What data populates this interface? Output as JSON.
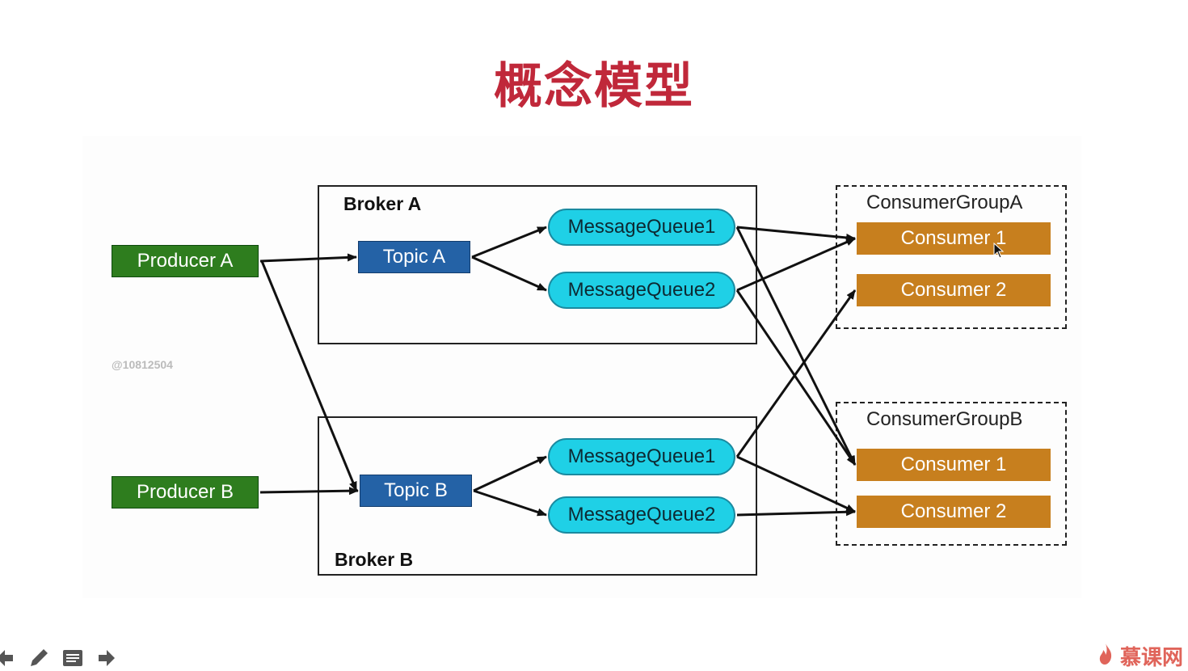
{
  "slide": {
    "title": "概念模型",
    "title_color": "#c0283a"
  },
  "diagram": {
    "brokers": [
      {
        "id": "broker-a",
        "label": "Broker A"
      },
      {
        "id": "broker-b",
        "label": "Broker B"
      }
    ],
    "producers": [
      {
        "id": "producer-a",
        "label": "Producer A"
      },
      {
        "id": "producer-b",
        "label": "Producer B"
      }
    ],
    "topics": [
      {
        "id": "topic-a",
        "label": "Topic A"
      },
      {
        "id": "topic-b",
        "label": "Topic B"
      }
    ],
    "queues": [
      {
        "id": "a-mq1",
        "label": "MessageQueue1"
      },
      {
        "id": "a-mq2",
        "label": "MessageQueue2"
      },
      {
        "id": "b-mq1",
        "label": "MessageQueue1"
      },
      {
        "id": "b-mq2",
        "label": "MessageQueue2"
      }
    ],
    "consumer_groups": [
      {
        "id": "group-a",
        "label": "ConsumerGroupA",
        "consumers": [
          {
            "id": "ga-c1",
            "label": "Consumer 1"
          },
          {
            "id": "ga-c2",
            "label": "Consumer 2"
          }
        ]
      },
      {
        "id": "group-b",
        "label": "ConsumerGroupB",
        "consumers": [
          {
            "id": "gb-c1",
            "label": "Consumer 1"
          },
          {
            "id": "gb-c2",
            "label": "Consumer 2"
          }
        ]
      }
    ],
    "edges": [
      {
        "from": "producer-a",
        "to": "topic-a"
      },
      {
        "from": "producer-a",
        "to": "topic-b"
      },
      {
        "from": "producer-b",
        "to": "topic-b"
      },
      {
        "from": "topic-a",
        "to": "a-mq1"
      },
      {
        "from": "topic-a",
        "to": "a-mq2"
      },
      {
        "from": "topic-b",
        "to": "b-mq1"
      },
      {
        "from": "topic-b",
        "to": "b-mq2"
      },
      {
        "from": "a-mq1",
        "to": "ga-c1"
      },
      {
        "from": "a-mq2",
        "to": "ga-c1"
      },
      {
        "from": "b-mq1",
        "to": "ga-c2"
      },
      {
        "from": "a-mq1",
        "to": "gb-c1"
      },
      {
        "from": "a-mq2",
        "to": "gb-c1"
      },
      {
        "from": "b-mq1",
        "to": "gb-c2"
      },
      {
        "from": "b-mq2",
        "to": "gb-c2"
      }
    ],
    "watermark_id": "@10812504",
    "colors": {
      "producer": "#2e7d1e",
      "topic": "#2462a6",
      "queue": "#1fd0e6",
      "consumer": "#c77f1e",
      "edge": "#111111"
    }
  },
  "toolbar": {
    "icons": [
      "arrow-left-icon",
      "pencil-icon",
      "notes-icon",
      "arrow-right-icon"
    ]
  },
  "brand": {
    "text": "慕课网",
    "color": "#e0645a"
  }
}
